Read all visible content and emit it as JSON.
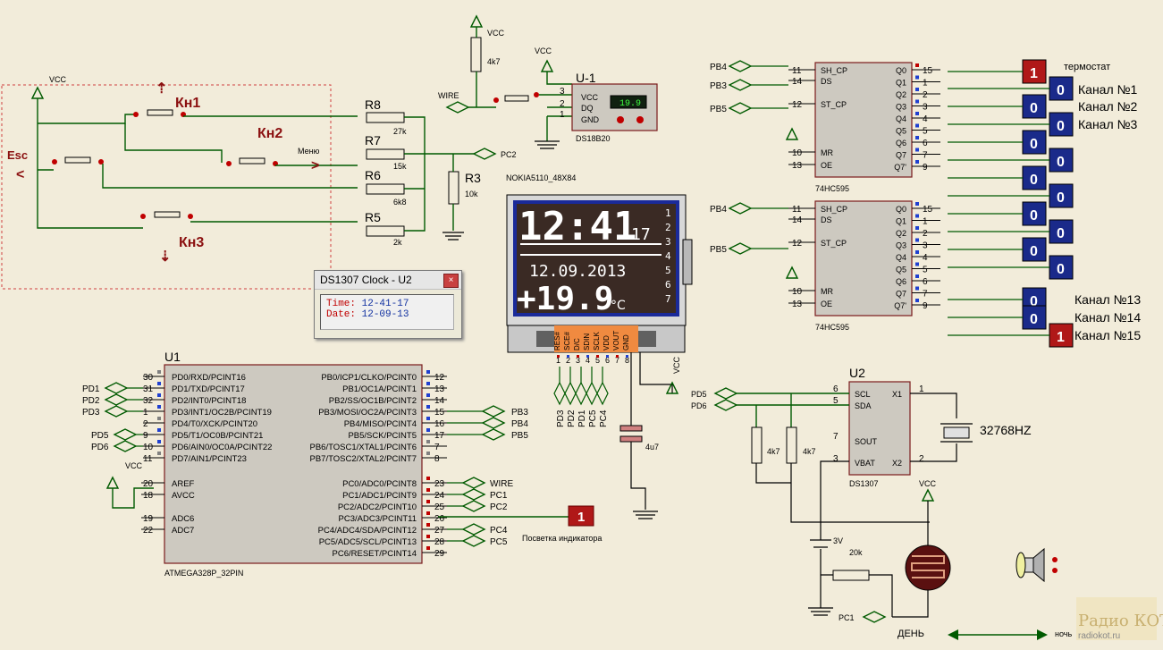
{
  "dialog": {
    "title": "DS1307 Clock - U2",
    "close": "×",
    "time_label": "Time:",
    "time_value": "12-41-17",
    "date_label": "Date:",
    "date_value": "12-09-13"
  },
  "lcd": {
    "name": "NOKIA5110_48X84",
    "time": "12:41",
    "seconds": "17",
    "date": "12.09.2013",
    "temp": "+19.9",
    "deg": "°C",
    "pins": [
      "RES#",
      "SCE#",
      "D/C",
      "SDIN",
      "SCLK",
      "VDD",
      "VOUT",
      "GND"
    ],
    "pin_nums": [
      "1",
      "2",
      "3",
      "4",
      "5",
      "6",
      "7",
      "8"
    ],
    "side_digits": [
      "1",
      "2",
      "3",
      "4",
      "5",
      "6",
      "7"
    ]
  },
  "labels": {
    "vcc": "VCC",
    "esc": "Esc",
    "menu": "Меню",
    "kn1": "Кн1",
    "kn2": "Кн2",
    "kn3": "Кн3",
    "r8": "R8",
    "r7": "R7",
    "r6": "R6",
    "r5": "R5",
    "r3": "R3",
    "r8v": "27k",
    "r7v": "15k",
    "r6v": "6k8",
    "r5v": "2k",
    "r3v": "10k",
    "pc2": "PC2",
    "wire": "WIRE",
    "r4k7": "4k7",
    "u1sensor": "U-1",
    "sensor_val": "19.9",
    "sensor_name": "DS18B20",
    "vccpin": "VCC",
    "dqpin": "DQ",
    "gndpin": "GND",
    "u1": "U1",
    "mcu": "ATMEGA328P_32PIN",
    "u2": "U2",
    "rtc": "DS1307",
    "xtal": "32768HZ",
    "sr1": "74HC595",
    "sr2": "74HC595",
    "thermostat": "термостат",
    "backlight": "Посветка индикатора",
    "bat": "3V",
    "r20k": "20k",
    "pc1": "PC1",
    "day": "ДЕНЬ",
    "night": "ночь",
    "cap": "4u7",
    "pd5": "PD5",
    "pd6": "PD6",
    "k47a": "4k7",
    "k47b": "4k7",
    "watermark": "Радио КОТ",
    "watermark2": "radiokot.ru"
  },
  "mcu_left": [
    [
      "30",
      "PD0/RXD/PCINT16"
    ],
    [
      "31",
      "PD1/TXD/PCINT17"
    ],
    [
      "32",
      "PD2/INT0/PCINT18"
    ],
    [
      "1",
      "PD3/INT1/OC2B/PCINT19"
    ],
    [
      "2",
      "PD4/T0/XCK/PCINT20"
    ],
    [
      "9",
      "PD5/T1/OC0B/PCINT21"
    ],
    [
      "10",
      "PD6/AIN0/OC0A/PCINT22"
    ],
    [
      "11",
      "PD7/AIN1/PCINT23"
    ]
  ],
  "mcu_left2": [
    [
      "20",
      "AREF"
    ],
    [
      "18",
      "AVCC"
    ],
    [
      "19",
      "ADC6"
    ],
    [
      "22",
      "ADC7"
    ]
  ],
  "mcu_right": [
    [
      "12",
      "PB0/ICP1/CLKO/PCINT0"
    ],
    [
      "13",
      "PB1/OC1A/PCINT1"
    ],
    [
      "14",
      "PB2/SS/OC1B/PCINT2"
    ],
    [
      "15",
      "PB3/MOSI/OC2A/PCINT3"
    ],
    [
      "16",
      "PB4/MISO/PCINT4"
    ],
    [
      "17",
      "PB5/SCK/PCINT5"
    ],
    [
      "7",
      "PB6/TOSC1/XTAL1/PCINT6"
    ],
    [
      "8",
      "PB7/TOSC2/XTAL2/PCINT7"
    ]
  ],
  "mcu_right2": [
    [
      "23",
      "PC0/ADC0/PCINT8"
    ],
    [
      "24",
      "PC1/ADC1/PCINT9"
    ],
    [
      "25",
      "PC2/ADC2/PCINT10"
    ],
    [
      "26",
      "PC3/ADC3/PCINT11"
    ],
    [
      "27",
      "PC4/ADC4/SDA/PCINT12"
    ],
    [
      "28",
      "PC5/ADC5/SCL/PCINT13"
    ],
    [
      "29",
      "PC6/RESET/PCINT14"
    ]
  ],
  "mcu_nets_left": [
    "PD1",
    "PD2",
    "PD3",
    "PD5",
    "PD6"
  ],
  "mcu_nets_right": [
    "PB3",
    "PB4",
    "PB5",
    "WIRE",
    "PC1",
    "PC2",
    "PC4",
    "PC5"
  ],
  "lcd_nets": [
    "PD3",
    "PD2",
    "PD1",
    "PC5",
    "PC4"
  ],
  "sr_left": [
    "SH_CP",
    "DS",
    "ST_CP",
    "MR",
    "OE"
  ],
  "sr_left_nums": [
    "11",
    "14",
    "12",
    "10",
    "13"
  ],
  "sr_right": [
    "Q0",
    "Q1",
    "Q2",
    "Q3",
    "Q4",
    "Q5",
    "Q6",
    "Q7",
    "Q7'"
  ],
  "sr_right_nums": [
    "15",
    "1",
    "2",
    "3",
    "4",
    "5",
    "6",
    "7",
    "9"
  ],
  "sr_nets1": [
    "PB4",
    "PB3",
    "PB5"
  ],
  "sr_nets2": [
    "PB4",
    "PB5"
  ],
  "rtc_pins": {
    "scl": "SCL",
    "sda": "SDA",
    "sout": "SOUT",
    "vbat": "VBAT",
    "x1": "X1",
    "x2": "X2",
    "n6": "6",
    "n5": "5",
    "n7": "7",
    "n3": "3",
    "n1": "1",
    "n2": "2"
  },
  "channels": [
    "Канал №1",
    "Канал №2",
    "Канал №3",
    "Канал №13",
    "Канал №14",
    "Канал №15"
  ],
  "logic_states": [
    "1",
    "0",
    "0",
    "0",
    "0",
    "0",
    "0",
    "0",
    "0",
    "0",
    "0",
    "0",
    "0",
    "0",
    "1"
  ],
  "backlight_state": "1",
  "colors": {
    "wire": "#005a00",
    "chip": "#cdc9c0",
    "chip_border": "#7a1c1c",
    "logic_low": "#1a2a8a",
    "logic_high": "#b01818",
    "lcd_bg": "#3a2a24",
    "lcd_fg": "#ffffff"
  }
}
